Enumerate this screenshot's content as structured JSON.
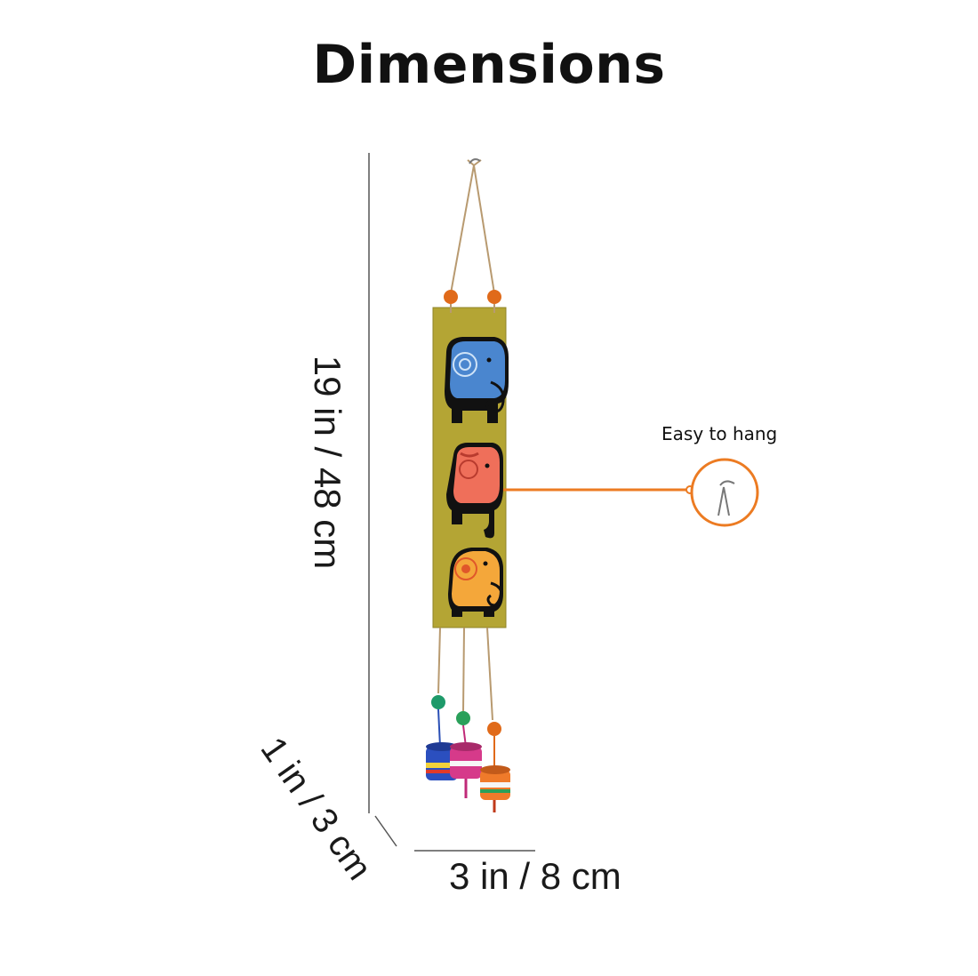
{
  "title": "Dimensions",
  "dimensions": {
    "height": "19 in / 48 cm",
    "depth": "1 in / 3 cm",
    "width": "3 in / 8 cm"
  },
  "callout": {
    "label": "Easy to hang"
  },
  "colors": {
    "board": "#b4a534",
    "elephant_top": "#4a86cf",
    "elephant_middle": "#ef6f5a",
    "elephant_bottom": "#f4a73a",
    "callout_line": "#ec7b22",
    "bead": "#e06a1a"
  }
}
